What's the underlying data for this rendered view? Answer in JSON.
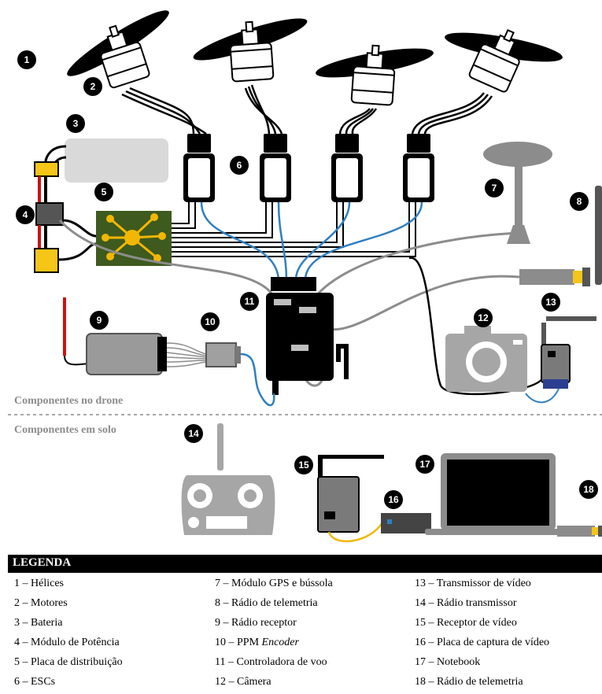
{
  "badges": [
    "1",
    "2",
    "3",
    "4",
    "5",
    "6",
    "7",
    "8",
    "9",
    "10",
    "11",
    "12",
    "13",
    "14",
    "15",
    "16",
    "17",
    "18"
  ],
  "sections": {
    "on_drone": "Componentes no drone",
    "ground": "Componentes em solo"
  },
  "legend": {
    "title": "LEGENDA",
    "columns": [
      [
        {
          "num": "1 –",
          "label": "Hélices"
        },
        {
          "num": "2 –",
          "label": "Motores"
        },
        {
          "num": "3 –",
          "label": "Bateria"
        },
        {
          "num": "4 –",
          "label": "Módulo de Potência"
        },
        {
          "num": "5 –",
          "label": "Placa de distribuição"
        },
        {
          "num": "6 –",
          "label": "ESCs"
        }
      ],
      [
        {
          "num": "7 –",
          "label": "Módulo GPS e bússola"
        },
        {
          "num": "8 –",
          "label": "Rádio de telemetria"
        },
        {
          "num": "9 –",
          "label": "Rádio receptor"
        },
        {
          "num": "10 –",
          "label": "PPM",
          "label_italic": "Encoder"
        },
        {
          "num": "11 –",
          "label": "Controladora de voo"
        },
        {
          "num": "12 –",
          "label": "Câmera"
        }
      ],
      [
        {
          "num": "13 –",
          "label": "Transmissor de vídeo"
        },
        {
          "num": "14 –",
          "label": "Rádio transmissor"
        },
        {
          "num": "15 –",
          "label": "Receptor de vídeo"
        },
        {
          "num": "16 –",
          "label": "Placa de captura de vídeo"
        },
        {
          "num": "17 –",
          "label": "Notebook"
        },
        {
          "num": "18 –",
          "label": "Rádio de telemetria"
        }
      ]
    ]
  },
  "colors": {
    "cable_blue": "#2f7fc1",
    "board_green": "#3e5a1e",
    "board_yellow": "#f2b705",
    "connector_yellow": "#f5c518",
    "wire_red": "#d01010",
    "component_gray": "#a6a6a6",
    "dark": "#000000"
  }
}
